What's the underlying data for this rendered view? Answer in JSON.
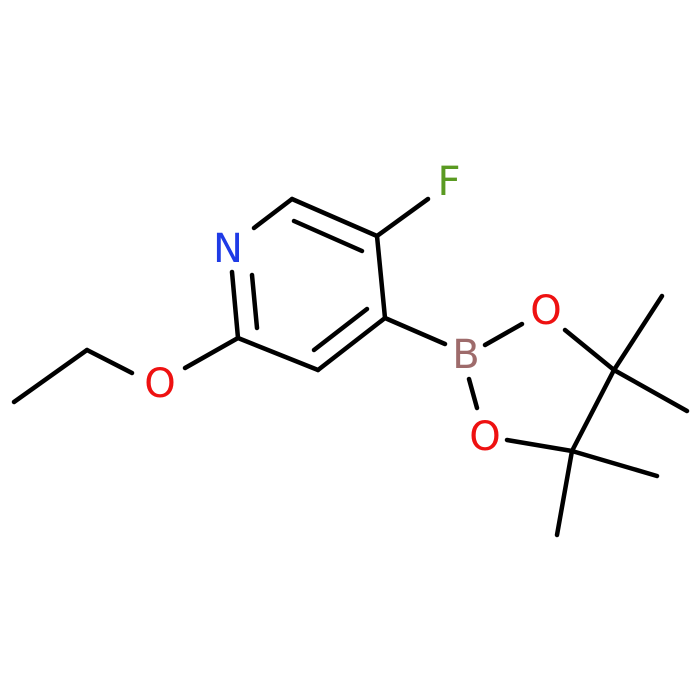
{
  "atoms": [
    {
      "id": "N",
      "label": "N",
      "color": "#1f3be6"
    },
    {
      "id": "F",
      "label": "F",
      "color": "#5a9a22"
    },
    {
      "id": "O1",
      "label": "O",
      "color": "#ee1111"
    },
    {
      "id": "B",
      "label": "B",
      "color": "#9e6b6b"
    },
    {
      "id": "O2",
      "label": "O",
      "color": "#ee1111"
    },
    {
      "id": "O3",
      "label": "O",
      "color": "#ee1111"
    }
  ],
  "bond_color": "#000000",
  "background": "#ffffff"
}
